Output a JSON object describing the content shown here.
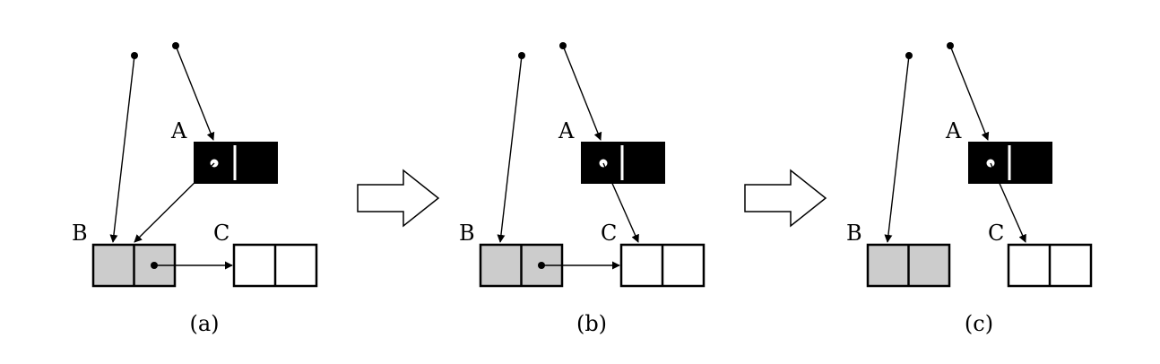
{
  "panels": [
    {
      "id": "a",
      "caption": "(a)",
      "labels": {
        "A": "A",
        "B": "B",
        "C": "C"
      },
      "a_points_to": "B",
      "b_points_to": "C",
      "b_has_pointer": true
    },
    {
      "id": "b",
      "caption": "(b)",
      "labels": {
        "A": "A",
        "B": "B",
        "C": "C"
      },
      "a_points_to": "C",
      "b_points_to": "C",
      "b_has_pointer": true
    },
    {
      "id": "c",
      "caption": "(c)",
      "labels": {
        "A": "A",
        "B": "B",
        "C": "C"
      },
      "a_points_to": "C",
      "b_points_to": null,
      "b_has_pointer": false
    }
  ],
  "colors": {
    "object_a_fill": "#000000",
    "object_b_fill": "#cccccc",
    "object_c_fill": "#ffffff",
    "stroke": "#000000"
  }
}
